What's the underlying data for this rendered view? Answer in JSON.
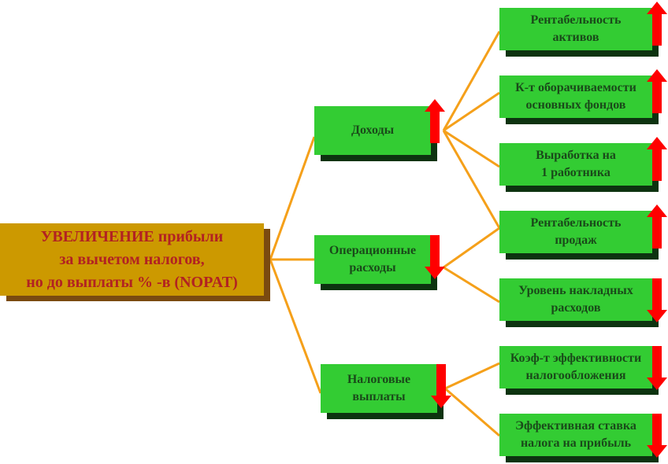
{
  "root": {
    "line1": "УВЕЛИЧЕНИЕ прибыли",
    "line2": "за вычетом налогов,",
    "line3": "но до выплаты % -в (NOPAT)"
  },
  "factors": [
    {
      "line1": "Доходы",
      "line2": "",
      "trend": "up"
    },
    {
      "line1": "Операционные",
      "line2": "расходы",
      "trend": "down"
    },
    {
      "line1": "Налоговые",
      "line2": "выплаты",
      "trend": "down"
    }
  ],
  "indicators": [
    {
      "line1": "Рентабельность",
      "line2": "активов",
      "trend": "up"
    },
    {
      "line1": "К-т оборачиваемости",
      "line2": "основных фондов",
      "trend": "up"
    },
    {
      "line1": "Выработка на",
      "line2": "1 работника",
      "trend": "up"
    },
    {
      "line1": "Рентабельность",
      "line2": "продаж",
      "trend": "up"
    },
    {
      "line1": "Уровень накладных",
      "line2": "расходов",
      "trend": "down"
    },
    {
      "line1": "Коэф-т эффективности",
      "line2": "налогообложения",
      "trend": "down"
    },
    {
      "line1": "Эффективная ставка",
      "line2": "налога на прибыль",
      "trend": "down"
    }
  ],
  "colors": {
    "connector": "#f5a01a",
    "arrow": "#ff0000",
    "root_fill": "#cc9900",
    "root_text": "#b22222",
    "box_fill": "#33cc33",
    "box_text": "#1a4a1a"
  }
}
